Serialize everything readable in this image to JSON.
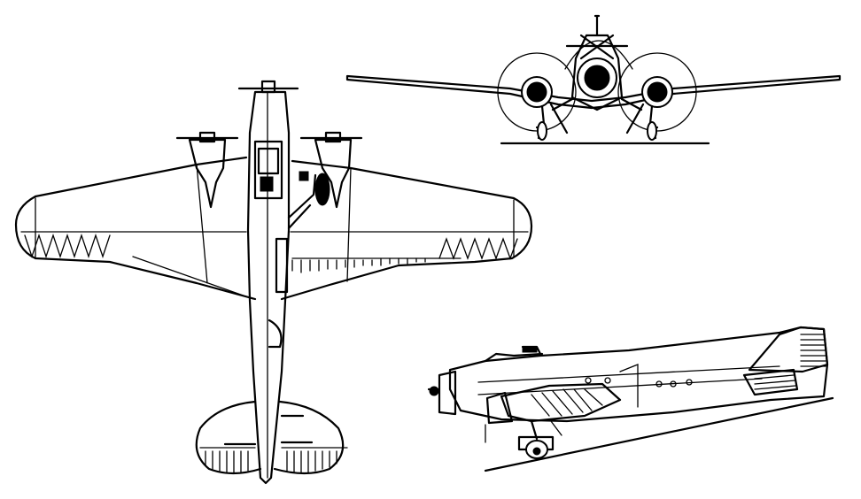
{
  "figure": {
    "views": [
      "top-view",
      "front-view",
      "three-quarter-side-view"
    ],
    "colors": {
      "background": "#ffffff",
      "ink": "#000000"
    },
    "labels": []
  }
}
